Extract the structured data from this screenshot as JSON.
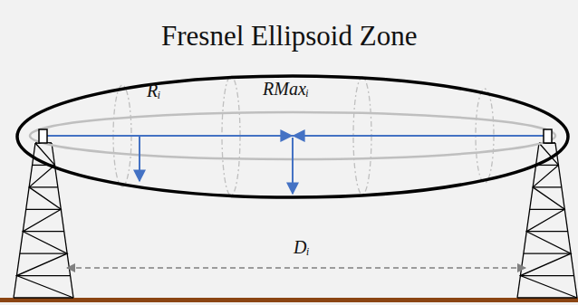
{
  "diagram": {
    "title": "Fresnel Ellipsoid Zone",
    "labels": [
      "Rᵢ",
      "RMaxᵢ",
      "Dᵢ"
    ]
  }
}
